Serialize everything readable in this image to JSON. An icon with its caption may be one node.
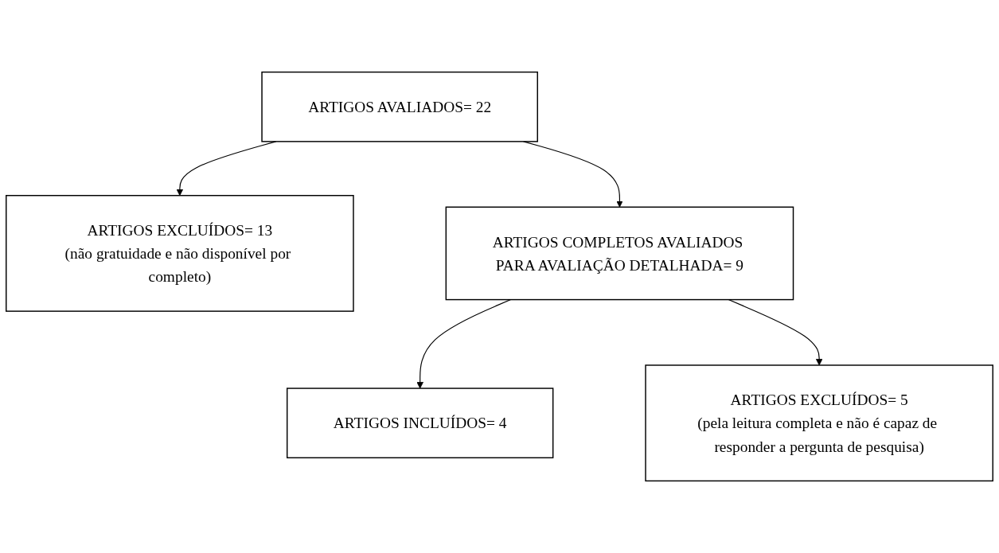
{
  "diagram": {
    "nodes": [
      {
        "text": [
          "ARTIGOS AVALIADOS= 22"
        ]
      },
      {
        "text": [
          "ARTIGOS EXCLUÍDOS= 13",
          "(não gratuidade e não disponível por completo)"
        ]
      },
      {
        "text": [
          "ARTIGOS COMPLETOS AVALIADOS PARA AVALIAÇÃO DETALHADA= 9"
        ]
      },
      {
        "text": [
          "ARTIGOS EXCLUÍDOS= 5",
          "(pela leitura completa e não é capaz de responder a pergunta de pesquisa)"
        ]
      },
      {
        "text": [
          "ARTIGOS INCLUÍDOS= 4"
        ]
      }
    ],
    "edges": [
      {
        "from": 0,
        "to": 2,
        "arrow": "to"
      },
      {
        "from": 0,
        "to": 1,
        "arrow": "to"
      },
      {
        "from": 2,
        "to": 4,
        "arrow": "to"
      },
      {
        "from": 2,
        "to": 3,
        "arrow": "to"
      }
    ]
  }
}
